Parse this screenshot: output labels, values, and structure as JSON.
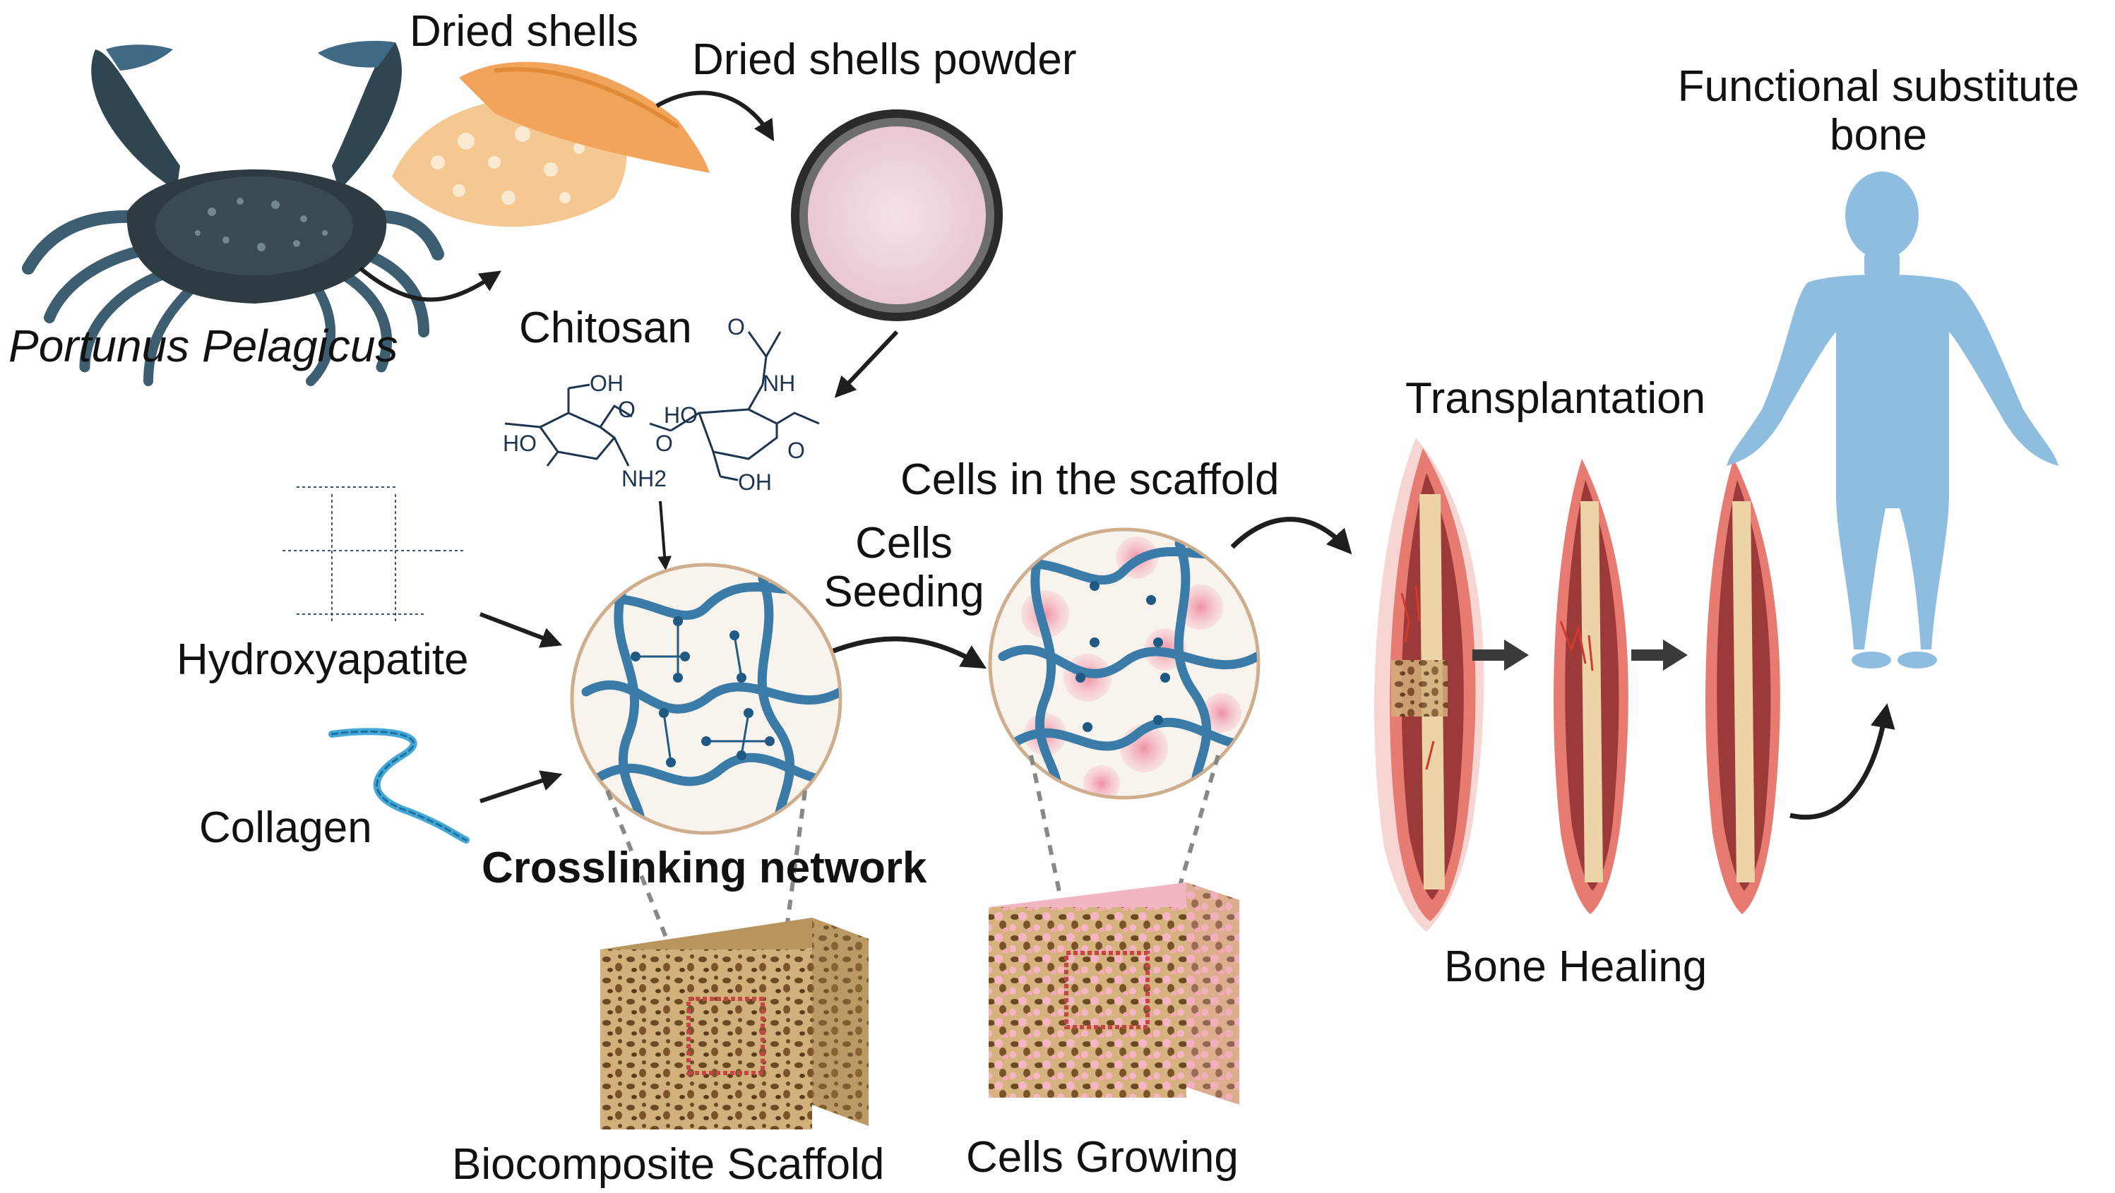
{
  "labels": {
    "portunus": "Portunus Pelagicus",
    "dried_shells": "Dried shells",
    "dried_shells_powder": "Dried shells powder",
    "chitosan": "Chitosan",
    "hydroxyapatite": "Hydroxyapatite",
    "collagen": "Collagen",
    "crosslinking_network": "Crosslinking network",
    "cells_seeding_line1": "Cells",
    "cells_seeding_line2": "Seeding",
    "cells_in_scaffold": "Cells in the scaffold",
    "transplantation": "Transplantation",
    "bone_healing": "Bone Healing",
    "functional_line1": "Functional substitute",
    "functional_line2": "bone",
    "biocomposite_scaffold": "Biocomposite Scaffold",
    "cells_growing": "Cells Growing"
  },
  "chem": {
    "oh_top": "OH",
    "ho_left": "HO",
    "nh2": "NH2",
    "ho_mid": "HO",
    "nh": "NH",
    "oh_bottom": "OH",
    "o_carbonyl": "O",
    "o_ring1": "O",
    "o_ring2": "O",
    "o_link": "O"
  },
  "colors": {
    "fiber": "#3a7ba8",
    "node": "#1f5a85",
    "circle_bg": "#f8f3ec",
    "circle_border": "#cfae8e",
    "scaffold": "#c8a874",
    "scaffold_pores": "#6b4a22",
    "cells_pink": "#f3a9b8",
    "bone_outer": "#e77b72",
    "bone_muscle": "#9c3a3a",
    "bone_marrow": "#ecd3a8",
    "human": "#8fbde0",
    "arrow": "#1e1e1e",
    "powder": "#f1d6df",
    "crab_shell": "#2e3c42",
    "shell_orange": "#f2a45a"
  }
}
